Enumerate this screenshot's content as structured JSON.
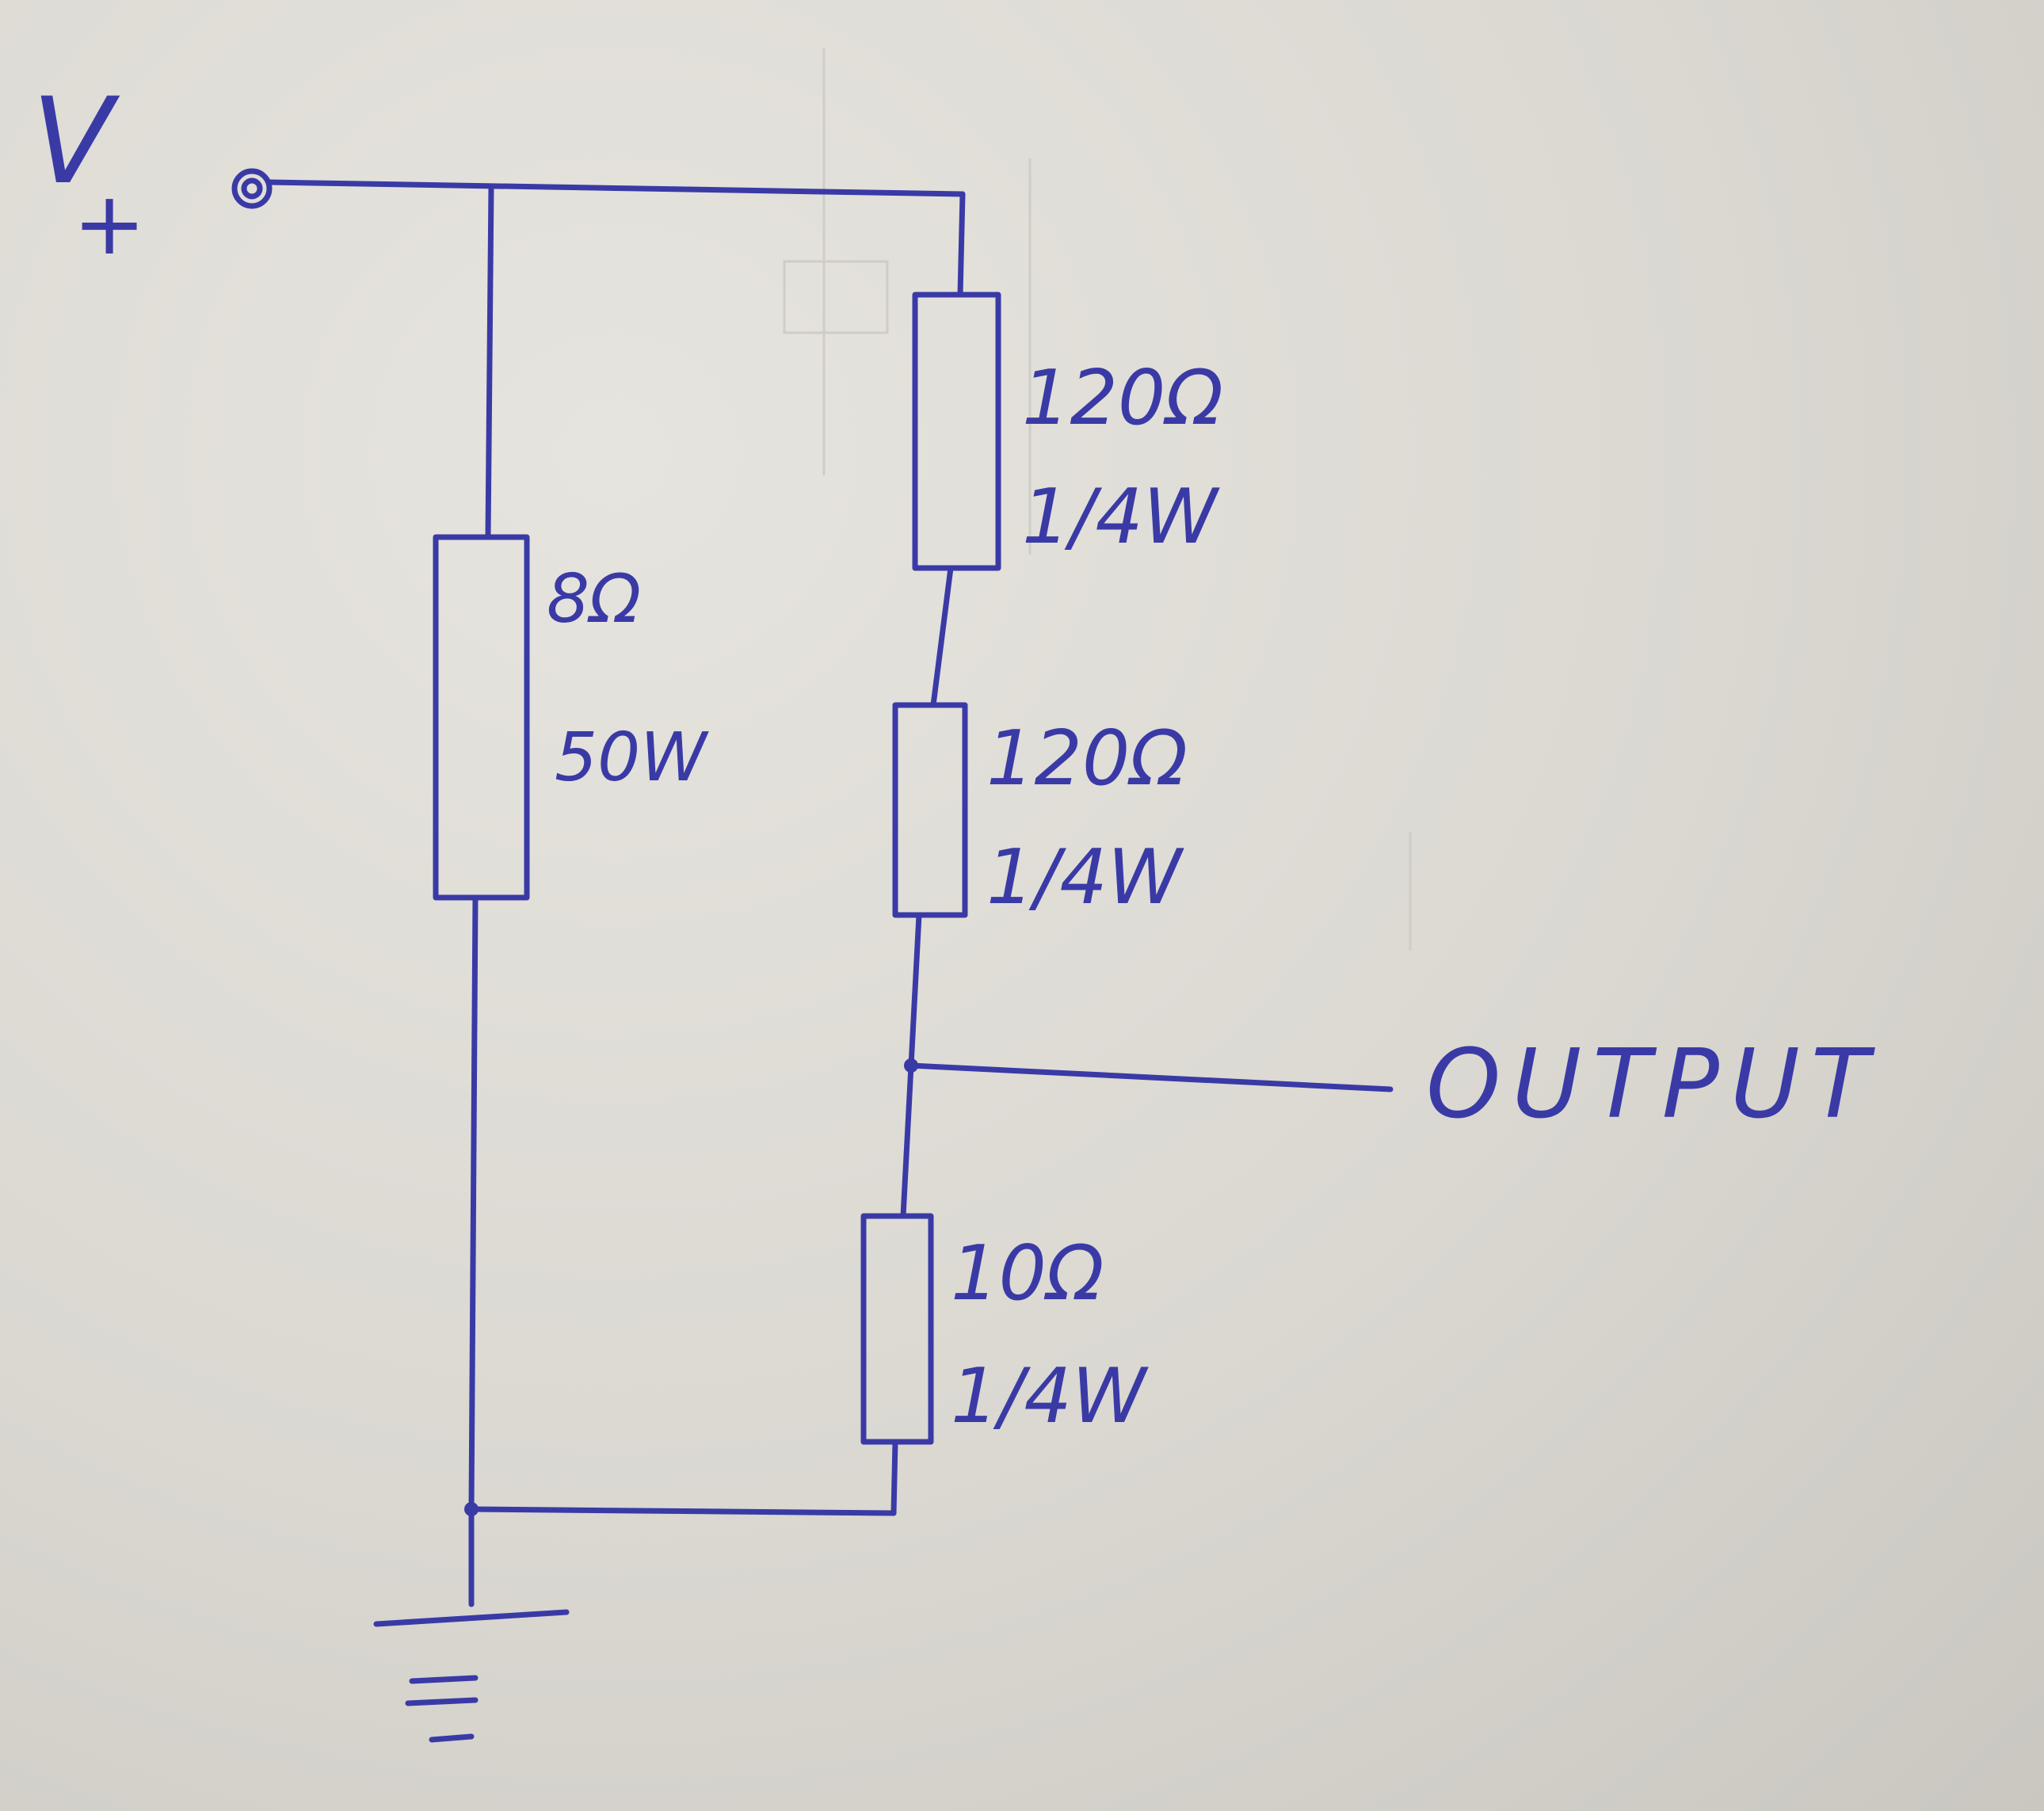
{
  "colors": {
    "ink": "#3a3aa6",
    "paper": "#dedcd5"
  },
  "supply": {
    "label": "V",
    "sign": "+"
  },
  "output": {
    "label": "OUTPUT"
  },
  "resistors": [
    {
      "id": "r-load",
      "value": "8Ω",
      "power": "50W"
    },
    {
      "id": "r-top",
      "value": "120Ω",
      "power": "1/4W"
    },
    {
      "id": "r-mid",
      "value": "120Ω",
      "power": "1/4W"
    },
    {
      "id": "r-bottom",
      "value": "10Ω",
      "power": "1/4W"
    }
  ],
  "icons": [
    "supply-terminal-icon",
    "ground-icon",
    "junction-dot-icon"
  ]
}
